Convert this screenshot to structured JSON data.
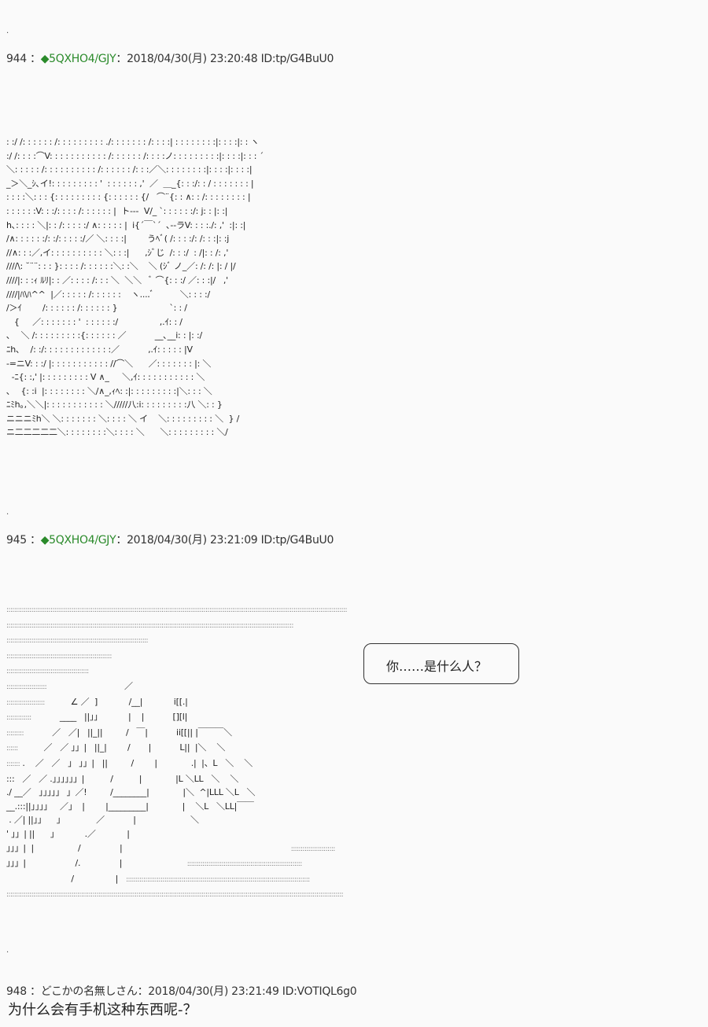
{
  "posts": [
    {
      "separator": ".",
      "number": "944",
      "sep": "：",
      "trip": "◆5QXHO4/GJY",
      "meta": "：2018/04/30(月) 23:20:48 ID:tp/G4BuU0",
      "art": [
        ": :/ /: : : : : : /: : : : : : : : : ./: : : : : : : /: : : :| : : : : : : : :|: : : :|: : ヽ",
        ":/ /: : : :⌒V: : : : : : : : : : : /: : : : : : /: : : :ノ: : : : : : : : :|: : : :|: : : ´",
        "＼: : : : : /: : : : : : : : : : /: : : : : : /: : :／＼: : : : : : : :|: : : :|: : : :|",
        "_＞＼_ｼ､イ!: : : : : : : : : '  : : : : : : ,'  ／  ＿_{: : :/: : / : : : : : : : |",
        ": : : :＼: : : {: : : : : : : : : {: : : : : : {/   ⌒¨{: : ∧: : /: : : : : : : : |",
        ": : : : : :V: : :/: : : : /: : : : : : |  ト---  V/_ `: : : : : :/: j: : |: :|",
        "h､: : : : ＼|: : /: : : : :/ ∧: : : : : |  i{´￣`´  ､--ラV: : : :./: ,'  :|: :|",
        "/∧: : : : : :/: :/: : : : :/／ ＼: : : :|        うﾍﾞ( /: : : :/: /: : :|: :j",
        "//∧: : :／,イ: : : : : : : : : : ＼: : :|      ,ｼﾞじ  /: : :/  : /|: : /: ,'",
        "////\\: ˘¨¨: : : }: : : : /: : : : : :＼: :＼    ＼ (ｼﾞ ノ_／: /: /: |: / |/",
        "////|: : :ｨ ﾙﾘ|: : ／: : : : /: : : ＼  ＼＼   ﾞ ⌒{: : :/ ／: : :|/   ,'",
        "////|ﾊ\\ﾊ^^  |／: : : : : /: : : : : :    ヽ....ﾞ          ＼: : : :/",
        "/＞ｲ        /: : : : : : /: : : : : : }                    `: : /",
        "   {     ／: : : : : : : '  : : : : : :/                ,.ｲ: : /",
        "､    ＼ /: : : : : : : : :{: : : : : : ／           __､__i: : |: :/",
        "ﾆh､    /: :/: : : : : : : : : : : : :／           ,.ｲ: : : : : |V",
        "-=ニV: : :/ |: : : : : : : : : : : //⌒＼      ／: : : : : : : |: ＼",
        "  -ﾆ{: :,' |: : : : : : : : : V ∧_     ＼,ｲ: : : : : : : : : : : ＼",
        "､    {: :i  |: : : : : : : : ＼/∧_,ｨﾍ: :|: : : : : : : : :|＼: : : ＼",
        "ﾆﾐh｡,＼＼|: : : : : : : : : : : ＼/////八:i: : : : : : : : :八 ＼: : }",
        "ニニニﾐh＼ ＼: : : : : : : ＼: : : : ＼ イ    ＼: : : : : : : : : ＼  } /",
        "ニ二二二二二＼: : : : : : : :＼: : : : ＼      ＼: : : : : : : : : ＼/"
      ]
    },
    {
      "separator": ".",
      "number": "945",
      "sep": "：",
      "trip": "◆5QXHO4/GJY",
      "meta": "：2018/04/30(月) 23:21:09 ID:tp/G4BuU0",
      "bubble": "你……是什么人？",
      "art": [
        "::::::::::::::::::::::::::::::::::::::::::::::::::::::::::::::::::::::::::::::::::::::::::::::::::::::::::::::::::::::::::::::::::::::::::::::::::::::::::::::::::::::::::::::::::",
        "::::::::::::::::::::::::::::::::::::::::::::::::::::::::::::::::::::::::::::::::::::::::::::::::::::::::::::::::::::::::::::::::::::::::::::::::::::::",
        "::::::::::::::::::::::::::::::::::::::::::::::::::::::::::::::::::::::::::",
        ":::::::::::::::::::::::::::::::::::::::::::::::::::::::",
        ":::::::::::::::::::::::::::::::::::::::::::",
        ":::::::::::::::::::::                              ／",
        "::::::::::::::::::::          ∠ ／  ]            /__|            i[[.|",
        ":::::::::::::           ____   ||」」          |    |           [][l|",
        ":::::::::           ／   ／|   ||_||         /   ￣|           ii[[|| |￣￣￣＼",
        "::::::          ／   ／ 」」|   ||_|        /       |           L||  |＼    ＼",
        "::::::: .    ／   ／   」 」」|   ||         /        |             .|  |、L   ＼    ＼",
        ":::   ／   ／ .」」」」」」|          /          |             |L ＼LL   ＼    ＼",
        "./ __／   」」」」」 」／!         /________|             |＼  ^|LLL ＼L   ＼",
        "__.:::||」」」」   ／」  |        |_________|             |    ＼L   ＼LL|￣￣",
        " . ／| ||」」    」            ／           |                     ＼",
        "' 」」| ||      」          .／            |",
        "」」」|  |                 /               |                                                                 :::::::::::::::::::::::",
        "」」」|                   /.               |                         ::::::::::::::::::::::::::::::::::::::::::::::::::::::::::::",
        "                         /                |   ::::::::::::::::::::::::::::::::::::::::::::::::::::::::::::::::::::::::::::::::::::::::::::::::",
        "::::::::::::::::::::::::::::::::::::::::::::::::::::::::::::::::::::::::::::::::::::::::::::::::::::::::::::::::::::::::::::::::::::::::::::::::::::::::::::::::::::::::::::::::"
      ]
    },
    {
      "separator": ".",
      "number": "948",
      "sep": "：",
      "name": "どこかの名無しさん",
      "meta": "：2018/04/30(月) 23:21:49 ID:VOTIQL6g0",
      "message": "为什么会有手机这种东西呢-？"
    }
  ]
}
